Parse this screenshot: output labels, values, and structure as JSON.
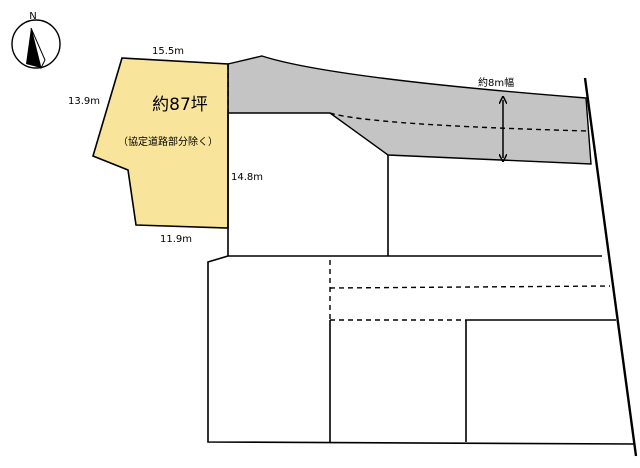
{
  "compass": {
    "label": "N"
  },
  "subject_lot": {
    "area_label": "約87坪",
    "note": "（協定道路部分除く）",
    "fill_color": "#F8E49A"
  },
  "road": {
    "fill_color": "#C4C4C4",
    "width_label": "約8m幅"
  },
  "dimensions": {
    "top": "15.5m",
    "left": "13.9m",
    "right": "14.8m",
    "bottom": "11.9m"
  }
}
